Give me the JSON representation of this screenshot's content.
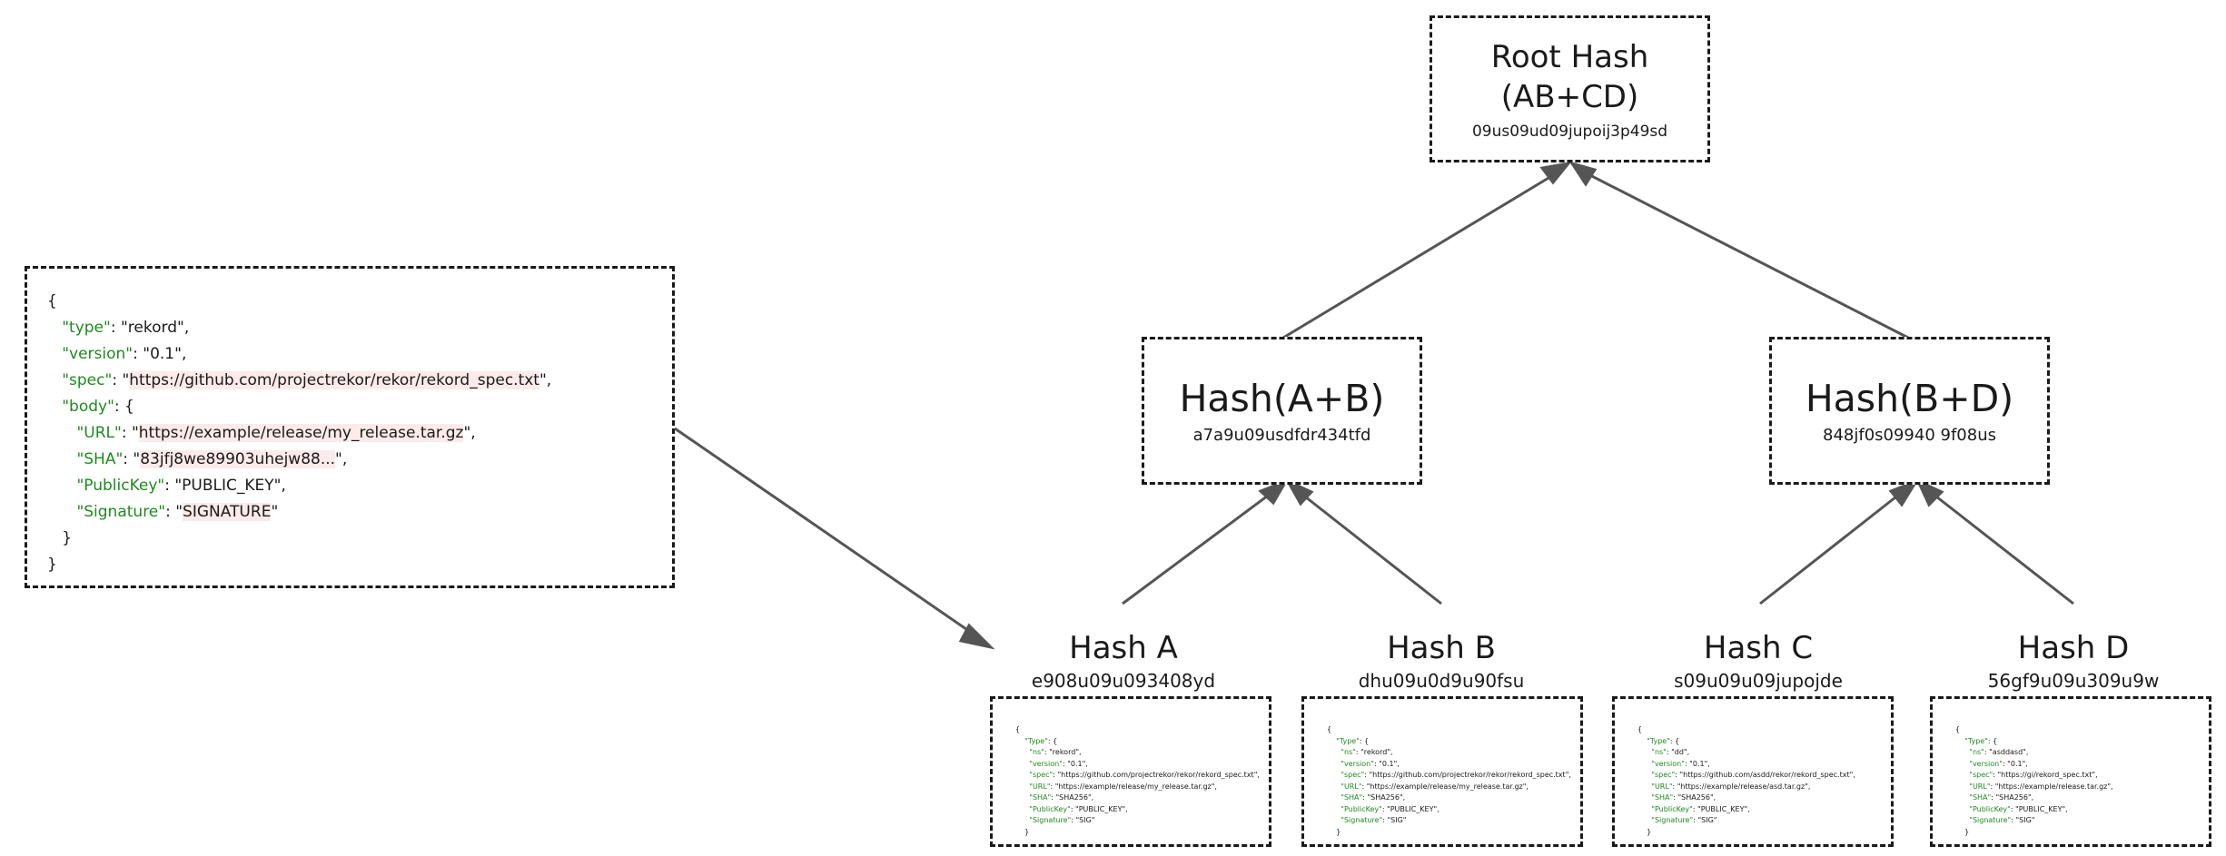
{
  "root": {
    "title_line1": "Root Hash",
    "title_line2": "(AB+CD)",
    "hash": "09us09ud09jupoij3p49sd"
  },
  "left_node": {
    "title": "Hash(A+B)",
    "hash": "a7a9u09usdfdr434tfd"
  },
  "right_node": {
    "title": "Hash(B+D)",
    "hash": "848jf0s09940 9f08us"
  },
  "leaves": [
    {
      "title": "Hash A",
      "hash": "e908u09u093408yd",
      "json": {
        "type": "rekord",
        "version": "0.1",
        "spec": "https://github.com/projectrekor/rekor/rekord_spec.txt",
        "url": "https://example/release/my_release.tar.gz",
        "sha": "SHA256",
        "publickey": "PUBLIC_KEY",
        "signature": "SIG"
      }
    },
    {
      "title": "Hash B",
      "hash": "dhu09u0d9u90fsu",
      "json": {
        "type": "rekord",
        "version": "0.1",
        "spec": "https://github.com/projectrekor/rekor/rekord_spec.txt",
        "url": "https://example/release/my_release.tar.gz",
        "sha": "SHA256",
        "publickey": "PUBLIC_KEY",
        "signature": "SIG"
      }
    },
    {
      "title": "Hash C",
      "hash": "s09u09u09jupojde",
      "json": {
        "type": "dd",
        "version": "0.1",
        "spec": "https://github.com/asdd/rekor/rekord_spec.txt",
        "url": "https://example/release/asd.tar.gz",
        "sha": "SHA256",
        "publickey": "PUBLIC_KEY",
        "signature": "SIG"
      }
    },
    {
      "title": "Hash D",
      "hash": "56gf9u09u309u9w",
      "json": {
        "type": "asddasd",
        "version": "0.1",
        "spec": "https://gi/rekord_spec.txt",
        "url": "https://example/release.tar.gz",
        "sha": "SHA256",
        "publickey": "PUBLIC_KEY",
        "signature": "SIG"
      }
    }
  ],
  "entry": {
    "type": "rekord",
    "version": "0.1",
    "spec": "https://github.com/projectrekor/rekor/rekord_spec.txt",
    "url": "https://example/release/my_release.tar.gz",
    "sha": "83jfj8we89903uhejw88...",
    "publickey": "PUBLIC_KEY",
    "signature": "SIGNATURE"
  },
  "json_keys": {
    "type": "\"type\"",
    "version": "\"version\"",
    "spec": "\"spec\"",
    "body": "\"body\"",
    "url": "\"URL\"",
    "sha": "\"SHA\"",
    "publickey": "\"PublicKey\"",
    "signature": "\"Signature\""
  },
  "colors": {
    "key": "#1f8a1f",
    "string_bg": "#fdeaea",
    "stroke": "#1a1a1a",
    "arrow": "#555555"
  }
}
